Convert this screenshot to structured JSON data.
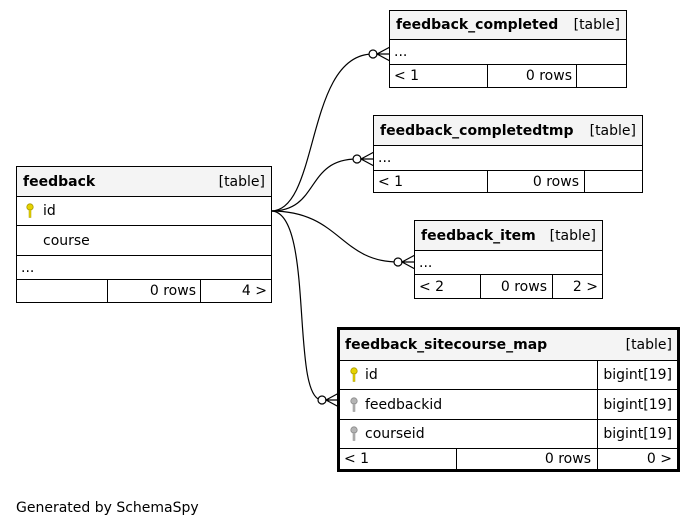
{
  "tables": {
    "feedback": {
      "name": "feedback",
      "kind": "[table]",
      "columns": [
        {
          "name": "id",
          "key": "primary"
        },
        {
          "name": "course",
          "key": ""
        }
      ],
      "ellipsis": "...",
      "footer": {
        "left": "",
        "rows": "0 rows",
        "right": "4 >"
      }
    },
    "feedback_completed": {
      "name": "feedback_completed",
      "kind": "[table]",
      "ellipsis": "...",
      "footer": {
        "left": "< 1",
        "rows": "0 rows",
        "right": ""
      }
    },
    "feedback_completedtmp": {
      "name": "feedback_completedtmp",
      "kind": "[table]",
      "ellipsis": "...",
      "footer": {
        "left": "< 1",
        "rows": "0 rows",
        "right": ""
      }
    },
    "feedback_item": {
      "name": "feedback_item",
      "kind": "[table]",
      "ellipsis": "...",
      "footer": {
        "left": "< 2",
        "rows": "0 rows",
        "right": "2 >"
      }
    },
    "feedback_sitecourse_map": {
      "name": "feedback_sitecourse_map",
      "kind": "[table]",
      "columns": [
        {
          "name": "id",
          "type": "bigint[19]",
          "key": "primary"
        },
        {
          "name": "feedbackid",
          "type": "bigint[19]",
          "key": "foreign"
        },
        {
          "name": "courseid",
          "type": "bigint[19]",
          "key": "foreign"
        }
      ],
      "footer": {
        "left": "< 1",
        "rows": "0 rows",
        "right": "0 >"
      }
    }
  },
  "colors": {
    "primary_key": "#e6d200",
    "foreign_key": "#b4b4b4",
    "header_bg": "#f4f4f4"
  },
  "footer_text": "Generated by SchemaSpy"
}
